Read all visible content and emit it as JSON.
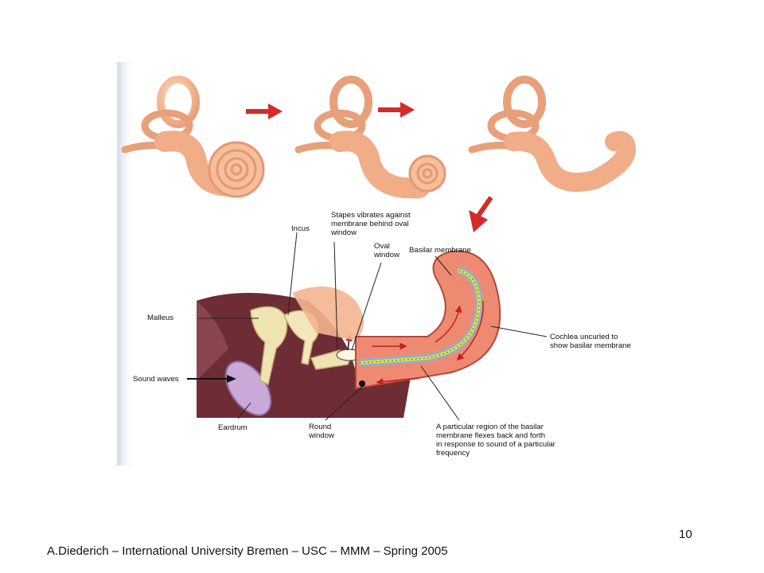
{
  "diagram": {
    "labels": {
      "stapes": "Stapes vibrates against\nmembrane behind oval\nwindow",
      "incus": "Incus",
      "oval_window": "Oval\nwindow",
      "basilar_membrane": "Basilar membrane",
      "malleus": "Malleus",
      "sound_waves": "Sound waves",
      "eardrum": "Eardrum",
      "round_window": "Round\nwindow",
      "cochlea_uncurled": "Cochlea uncurled to\nshow basilar membrane",
      "particular_region": "A particular region of the basilar\nmembrane flexes back and forth\nin response to sound of a particular\nfrequency"
    },
    "colors": {
      "arrow_red": "#d42a2a",
      "cochlea_skin": "#f3b58f",
      "cochlea_fluid": "#ef8a72",
      "basilar_membrane": "#e8dc4e",
      "membrane_blue": "#8fb0c8",
      "ear_canal": "#6e2c34",
      "eardrum": "#c9a9d8",
      "ossicle": "#efe3b2"
    }
  },
  "footer": {
    "text": "A.Diederich – International University Bremen – USC  – MMM  – Spring 2005",
    "page_number": "10"
  }
}
